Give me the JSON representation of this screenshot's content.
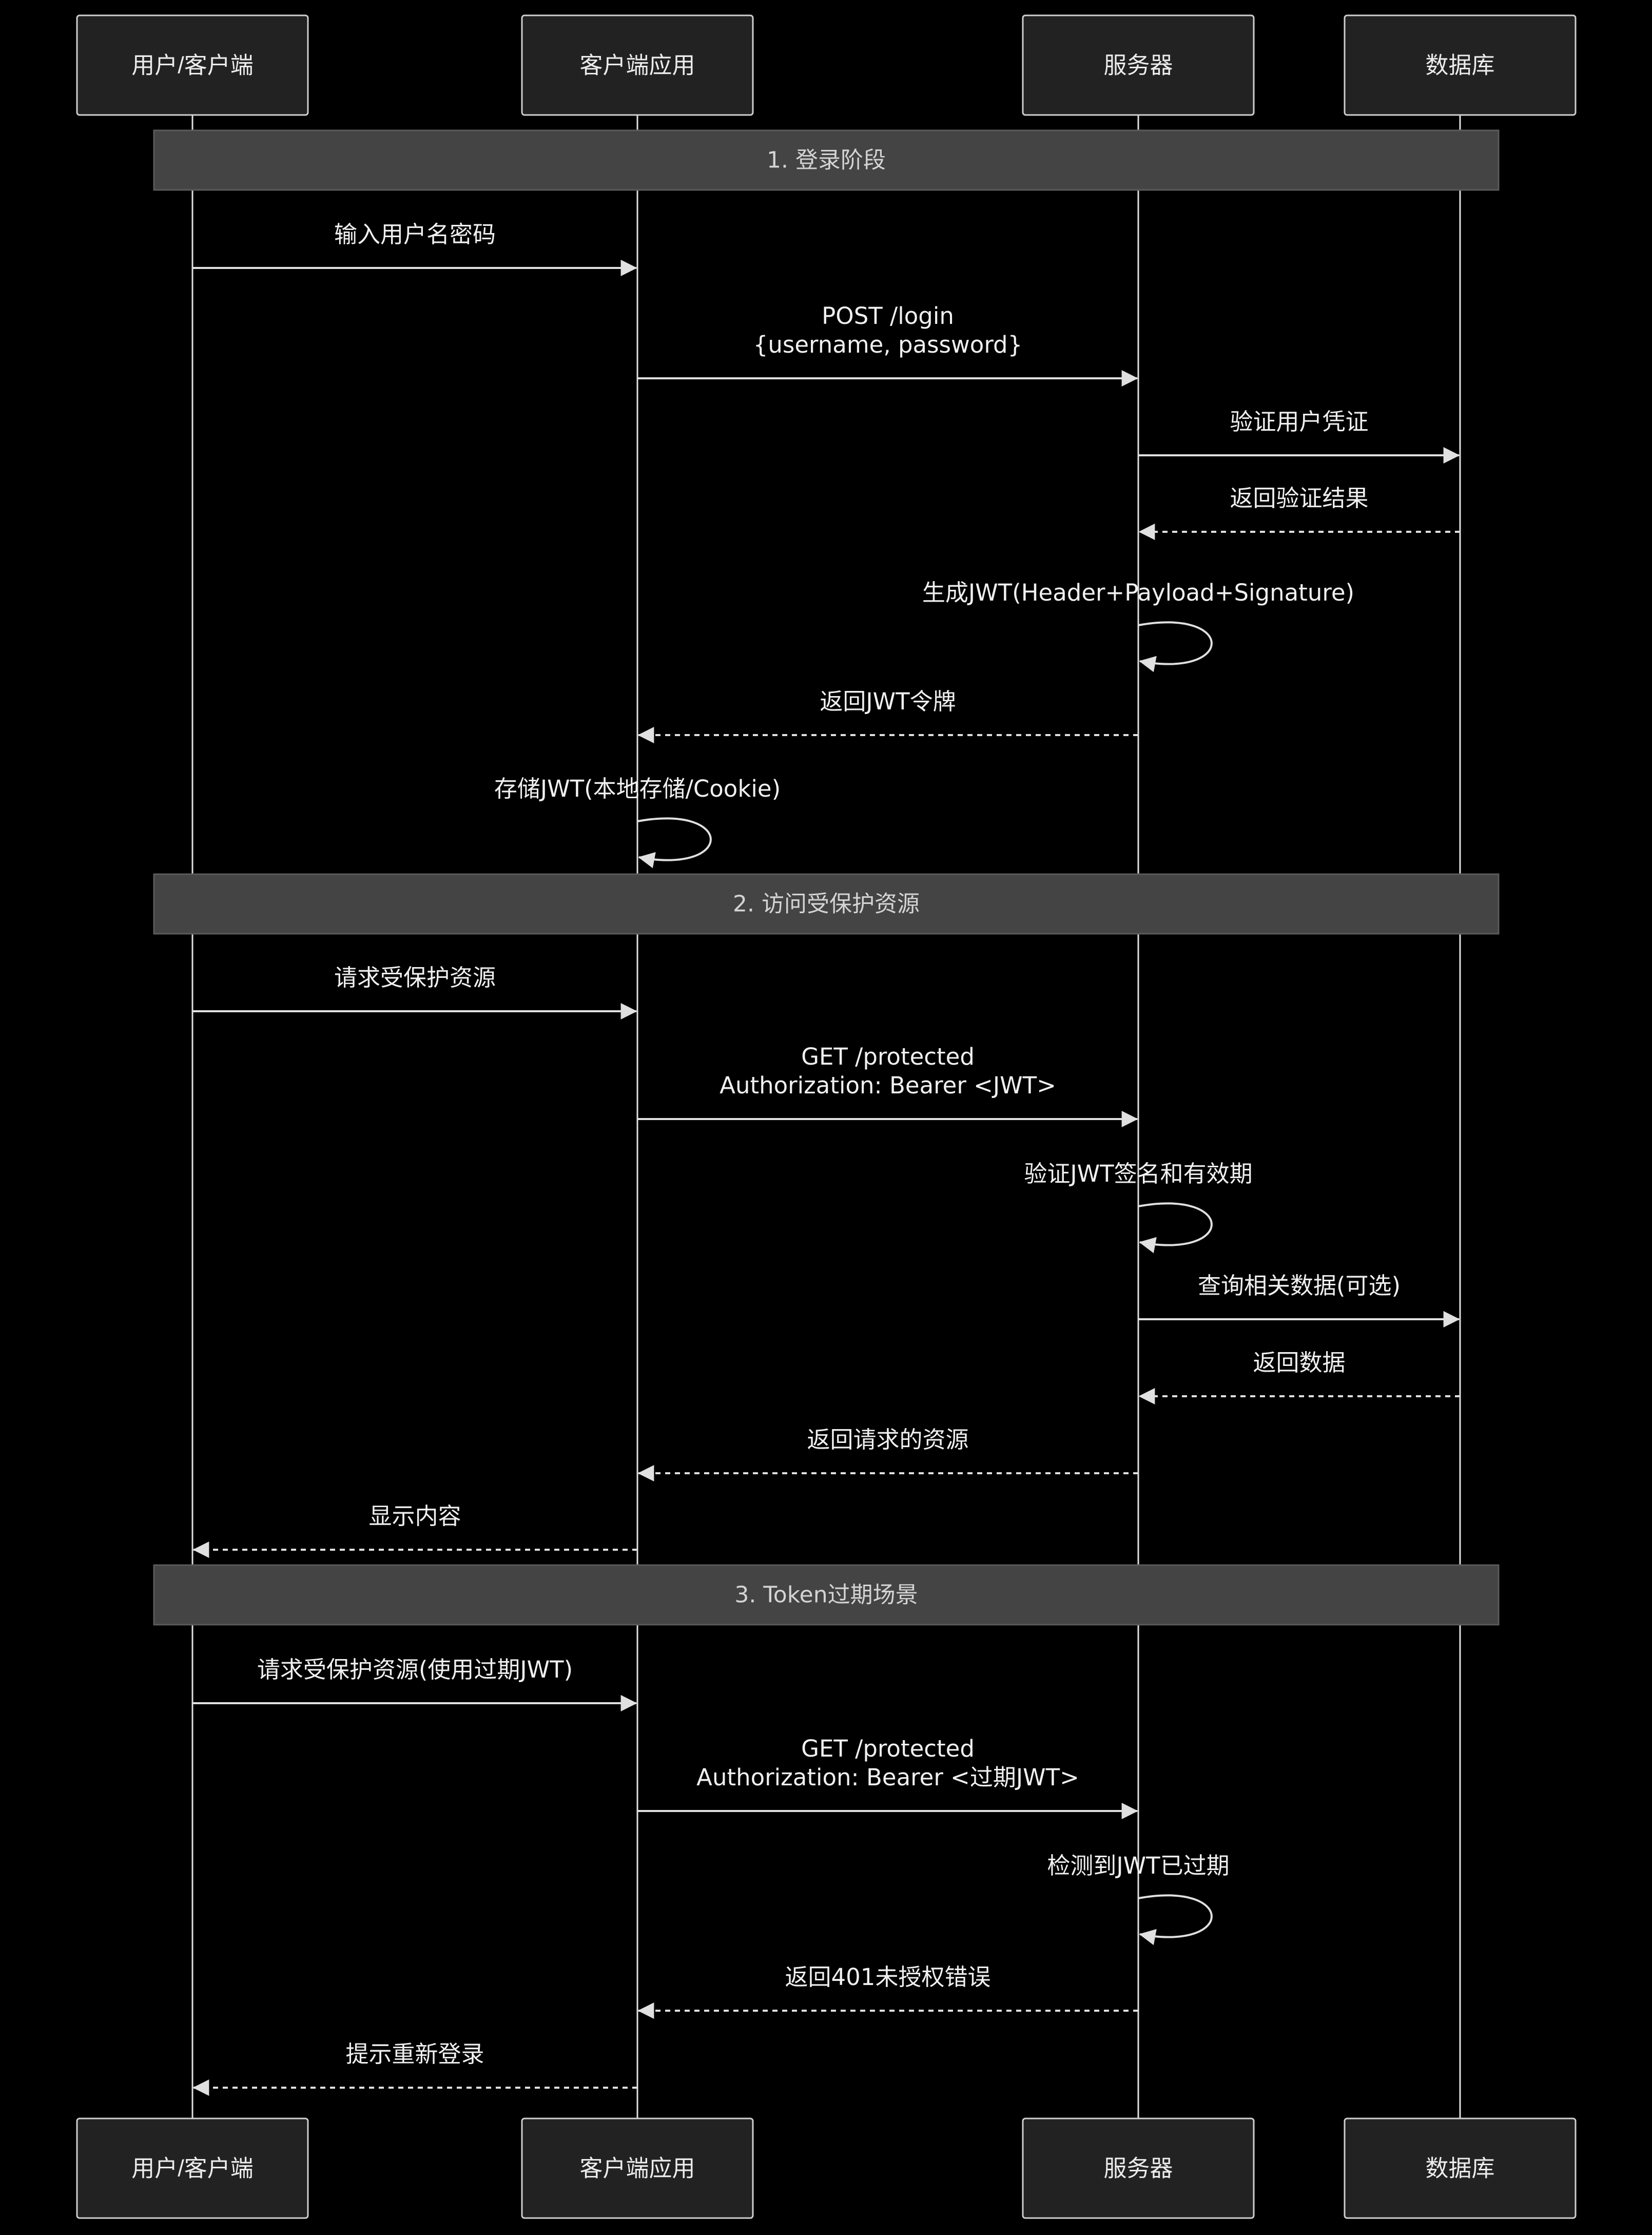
{
  "actors": [
    {
      "id": "user",
      "label": "用户/客户端"
    },
    {
      "id": "client",
      "label": "客户端应用"
    },
    {
      "id": "server",
      "label": "服务器"
    },
    {
      "id": "db",
      "label": "数据库"
    }
  ],
  "sections": [
    {
      "title": "1. 登录阶段",
      "messages": [
        {
          "from": "user",
          "to": "client",
          "style": "solid",
          "lines": [
            "输入用户名密码"
          ]
        },
        {
          "from": "client",
          "to": "server",
          "style": "solid",
          "lines": [
            "POST /login",
            "{username, password}"
          ]
        },
        {
          "from": "server",
          "to": "db",
          "style": "solid",
          "lines": [
            "验证用户凭证"
          ]
        },
        {
          "from": "db",
          "to": "server",
          "style": "dashed",
          "lines": [
            "返回验证结果"
          ]
        },
        {
          "from": "server",
          "to": "server",
          "style": "solid",
          "lines": [
            "生成JWT(Header+Payload+Signature)"
          ]
        },
        {
          "from": "server",
          "to": "client",
          "style": "dashed",
          "lines": [
            "返回JWT令牌"
          ]
        },
        {
          "from": "client",
          "to": "client",
          "style": "solid",
          "lines": [
            "存储JWT(本地存储/Cookie)"
          ]
        }
      ]
    },
    {
      "title": "2. 访问受保护资源",
      "messages": [
        {
          "from": "user",
          "to": "client",
          "style": "solid",
          "lines": [
            "请求受保护资源"
          ]
        },
        {
          "from": "client",
          "to": "server",
          "style": "solid",
          "lines": [
            "GET /protected",
            "Authorization: Bearer <JWT>"
          ]
        },
        {
          "from": "server",
          "to": "server",
          "style": "solid",
          "lines": [
            "验证JWT签名和有效期"
          ]
        },
        {
          "from": "server",
          "to": "db",
          "style": "solid",
          "lines": [
            "查询相关数据(可选)"
          ]
        },
        {
          "from": "db",
          "to": "server",
          "style": "dashed",
          "lines": [
            "返回数据"
          ]
        },
        {
          "from": "server",
          "to": "client",
          "style": "dashed",
          "lines": [
            "返回请求的资源"
          ]
        },
        {
          "from": "client",
          "to": "user",
          "style": "dashed",
          "lines": [
            "显示内容"
          ]
        }
      ]
    },
    {
      "title": "3. Token过期场景",
      "messages": [
        {
          "from": "user",
          "to": "client",
          "style": "solid",
          "lines": [
            "请求受保护资源(使用过期JWT)"
          ]
        },
        {
          "from": "client",
          "to": "server",
          "style": "solid",
          "lines": [
            "GET /protected",
            "Authorization: Bearer <过期JWT>"
          ]
        },
        {
          "from": "server",
          "to": "server",
          "style": "solid",
          "lines": [
            "检测到JWT已过期"
          ]
        },
        {
          "from": "server",
          "to": "client",
          "style": "dashed",
          "lines": [
            "返回401未授权错误"
          ]
        },
        {
          "from": "client",
          "to": "user",
          "style": "dashed",
          "lines": [
            "提示重新登录"
          ]
        }
      ]
    }
  ]
}
